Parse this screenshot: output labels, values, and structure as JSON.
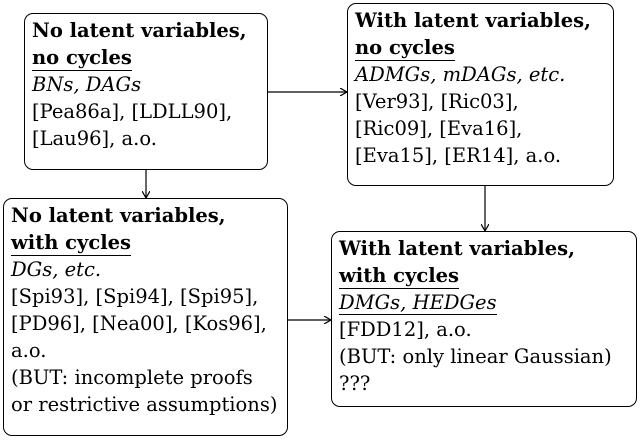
{
  "boxes": {
    "no_latent_no_cycles": {
      "title": [
        "No latent variables,",
        "no cycles"
      ],
      "classes": "BNs, DAGs",
      "refs": [
        "[Pea86a], [LDLL90],",
        "[Lau96], a.o."
      ]
    },
    "latent_no_cycles": {
      "title": [
        "With latent variables,",
        "no cycles"
      ],
      "classes": "ADMGs, mDAGs, etc.",
      "refs": [
        "[Ver93], [Ric03],",
        "[Ric09], [Eva16],",
        "[Eva15], [ER14], a.o."
      ]
    },
    "no_latent_cycles": {
      "title": [
        "No latent variables,",
        "with cycles"
      ],
      "classes": "DGs, etc.",
      "refs": [
        "[Spi93], [Spi94], [Spi95],",
        "[PD96], [Nea00], [Kos96],",
        "a.o."
      ],
      "note": [
        "(BUT: incomplete proofs",
        "or restrictive assumptions)"
      ]
    },
    "latent_cycles": {
      "title": [
        "With latent variables,",
        "with cycles"
      ],
      "classes": "DMGs, HEDGes",
      "refs": [
        "[FDD12], a.o."
      ],
      "note": [
        "(BUT: only linear Gaussian)",
        "???"
      ]
    }
  }
}
